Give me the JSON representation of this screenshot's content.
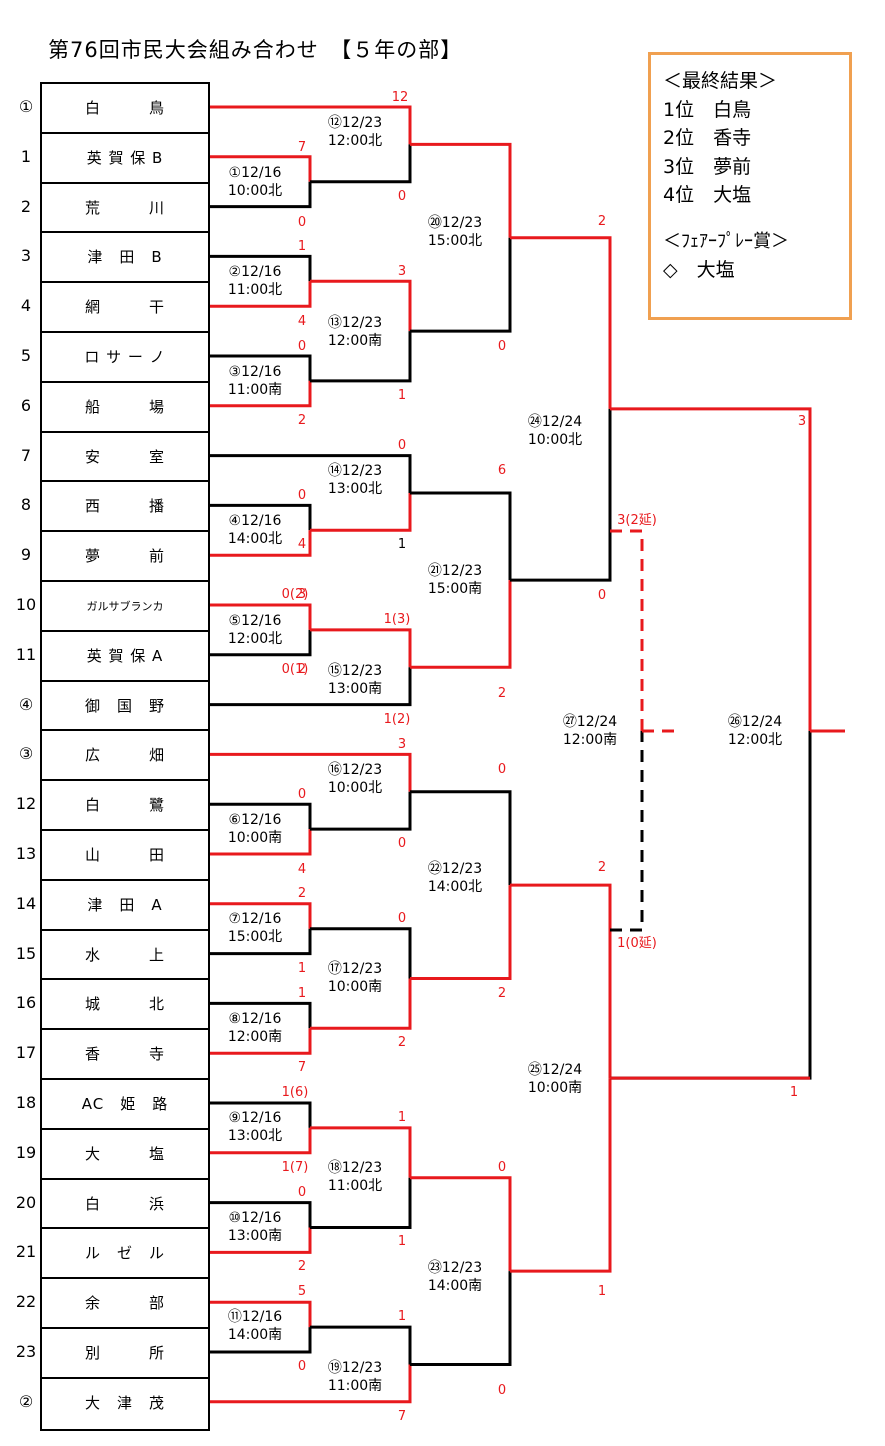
{
  "title": "第76回市民大会組み合わせ　【５年の部】",
  "colors": {
    "winner_line": "#e8191d",
    "loser_line": "#000000",
    "results_border": "#f0a050"
  },
  "teams": [
    {
      "seed": "①",
      "name": "白　　　鳥"
    },
    {
      "seed": "1",
      "name": "英 賀 保 B"
    },
    {
      "seed": "2",
      "name": "荒　　　川"
    },
    {
      "seed": "3",
      "name": "津　田　B"
    },
    {
      "seed": "4",
      "name": "網　　　干"
    },
    {
      "seed": "5",
      "name": "ロ サ ー ノ"
    },
    {
      "seed": "6",
      "name": "船　　　場"
    },
    {
      "seed": "7",
      "name": "安　　　室"
    },
    {
      "seed": "8",
      "name": "西　　　播"
    },
    {
      "seed": "9",
      "name": "夢　　　前"
    },
    {
      "seed": "10",
      "name": "ガルサブランカ"
    },
    {
      "seed": "11",
      "name": "英 賀 保 A"
    },
    {
      "seed": "④",
      "name": "御　国　野"
    },
    {
      "seed": "③",
      "name": "広　　　畑"
    },
    {
      "seed": "12",
      "name": "白　　　鷺"
    },
    {
      "seed": "13",
      "name": "山　　　田"
    },
    {
      "seed": "14",
      "name": "津　田　A"
    },
    {
      "seed": "15",
      "name": "水　　　上"
    },
    {
      "seed": "16",
      "name": "城　　　北"
    },
    {
      "seed": "17",
      "name": "香　　　寺"
    },
    {
      "seed": "18",
      "name": "AC　姫　路"
    },
    {
      "seed": "19",
      "name": "大　　　塩"
    },
    {
      "seed": "20",
      "name": "白　　　浜"
    },
    {
      "seed": "21",
      "name": "ル　ゼ　ル"
    },
    {
      "seed": "22",
      "name": "余　　　部"
    },
    {
      "seed": "23",
      "name": "別　　　所"
    },
    {
      "seed": "②",
      "name": "大　津　茂"
    }
  ],
  "matches": [
    {
      "no": "①",
      "date": "12/16",
      "time": "10:00北"
    },
    {
      "no": "②",
      "date": "12/16",
      "time": "11:00北"
    },
    {
      "no": "③",
      "date": "12/16",
      "time": "11:00南"
    },
    {
      "no": "④",
      "date": "12/16",
      "time": "14:00北"
    },
    {
      "no": "⑤",
      "date": "12/16",
      "time": "12:00北"
    },
    {
      "no": "⑥",
      "date": "12/16",
      "time": "10:00南"
    },
    {
      "no": "⑦",
      "date": "12/16",
      "time": "15:00北"
    },
    {
      "no": "⑧",
      "date": "12/16",
      "time": "12:00南"
    },
    {
      "no": "⑨",
      "date": "12/16",
      "time": "13:00北"
    },
    {
      "no": "⑩",
      "date": "12/16",
      "time": "13:00南"
    },
    {
      "no": "⑪",
      "date": "12/16",
      "time": "14:00南"
    },
    {
      "no": "⑫",
      "date": "12/23",
      "time": "12:00北"
    },
    {
      "no": "⑬",
      "date": "12/23",
      "time": "12:00南"
    },
    {
      "no": "⑭",
      "date": "12/23",
      "time": "13:00北"
    },
    {
      "no": "⑮",
      "date": "12/23",
      "time": "13:00南"
    },
    {
      "no": "⑯",
      "date": "12/23",
      "time": "10:00北"
    },
    {
      "no": "⑰",
      "date": "12/23",
      "time": "10:00南"
    },
    {
      "no": "⑱",
      "date": "12/23",
      "time": "11:00北"
    },
    {
      "no": "⑲",
      "date": "12/23",
      "time": "11:00南"
    },
    {
      "no": "⑳",
      "date": "12/23",
      "time": "15:00北"
    },
    {
      "no": "㉑",
      "date": "12/23",
      "time": "15:00南"
    },
    {
      "no": "㉒",
      "date": "12/23",
      "time": "14:00北"
    },
    {
      "no": "㉓",
      "date": "12/23",
      "time": "14:00南"
    },
    {
      "no": "㉔",
      "date": "12/24",
      "time": "10:00北"
    },
    {
      "no": "㉕",
      "date": "12/24",
      "time": "10:00南"
    },
    {
      "no": "㉖",
      "date": "12/24",
      "time": "12:00北"
    },
    {
      "no": "㉗",
      "date": "12/24",
      "time": "12:00南"
    }
  ],
  "scores": [
    "12",
    "7",
    "0",
    "0",
    "1",
    "4",
    "3",
    "0",
    "1",
    "0",
    "2",
    "4",
    "0",
    "0",
    "1",
    "6",
    "3",
    "2",
    "0(2)",
    "0(1)",
    "1(3)",
    "1(2)",
    "2",
    "3",
    "0",
    "4",
    "0",
    "2",
    "1",
    "0",
    "1",
    "2",
    "7",
    "0",
    "2",
    "1(6)",
    "1(7)",
    "1",
    "0",
    "2",
    "1",
    "0",
    "5",
    "0",
    "1",
    "7",
    "0",
    "2",
    "1",
    "2",
    "0",
    "3",
    "3(2延)",
    "1(0延)",
    "1"
  ],
  "results": {
    "heading": "＜最終結果＞",
    "rankings": [
      {
        "place": "1位",
        "team": "白鳥"
      },
      {
        "place": "2位",
        "team": "香寺"
      },
      {
        "place": "3位",
        "team": "夢前"
      },
      {
        "place": "4位",
        "team": "大塩"
      }
    ],
    "fairplay_heading": "＜ﾌｪｱｰﾌﾟﾚｰ賞＞",
    "fairplay_mark": "◇",
    "fairplay_team": "大塩"
  }
}
